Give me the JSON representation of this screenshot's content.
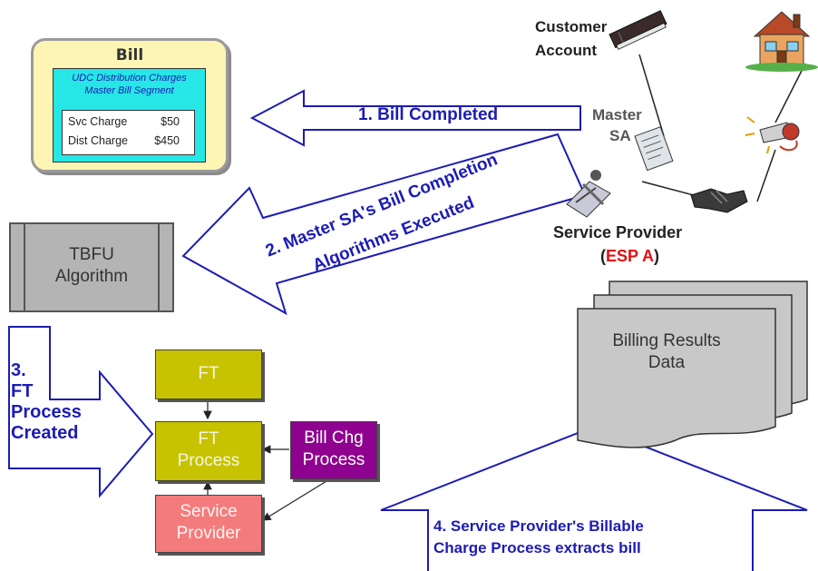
{
  "bill": {
    "title": "Bill",
    "segment_line1": "UDC Distribution Charges",
    "segment_line2": "Master Bill Segment",
    "charges": [
      {
        "name": "Svc Charge",
        "amount": "$50"
      },
      {
        "name": "Dist Charge",
        "amount": "$450"
      }
    ]
  },
  "arrows": {
    "step1": "1. Bill Completed",
    "step2_line1": "2. Master SA's Bill Completion",
    "step2_line2": "Algorithms Executed",
    "step3": [
      "3.",
      "FT",
      "Process",
      "Created"
    ],
    "step4_line1": "4. Service Provider's Billable",
    "step4_line2": "Charge Process extracts bill"
  },
  "tbfu": {
    "line1": "TBFU",
    "line2": "Algorithm"
  },
  "boxes": {
    "ft": "FT",
    "ft_process": [
      "FT",
      "Process"
    ],
    "bill_chg": [
      "Bill Chg",
      "Process"
    ],
    "service_provider": [
      "Service",
      "Provider"
    ]
  },
  "billing_results": {
    "line1": "Billing Results",
    "line2": "Data"
  },
  "entities": {
    "customer_line1": "Customer",
    "customer_line2": "Account",
    "master_line1": "Master",
    "master_line2": "SA",
    "service_provider": "Service Provider",
    "esp_open": "(",
    "esp_name": "ESP A",
    "esp_close": ")"
  },
  "colors": {
    "arrow_outline": "#1c1cb4",
    "ft_fill": "#c7c300",
    "bill_chg_fill": "#8f028f",
    "service_provider_fill": "#f47b7b",
    "bill_inner_fill": "#27e6e6",
    "bill_outer_fill": "#fdf5b4",
    "esp_red": "#e01010"
  },
  "icons": [
    "book-icon",
    "document-icon",
    "handshake-icon",
    "house-icon",
    "light-bulb-icon",
    "telephone-pen-icon"
  ]
}
